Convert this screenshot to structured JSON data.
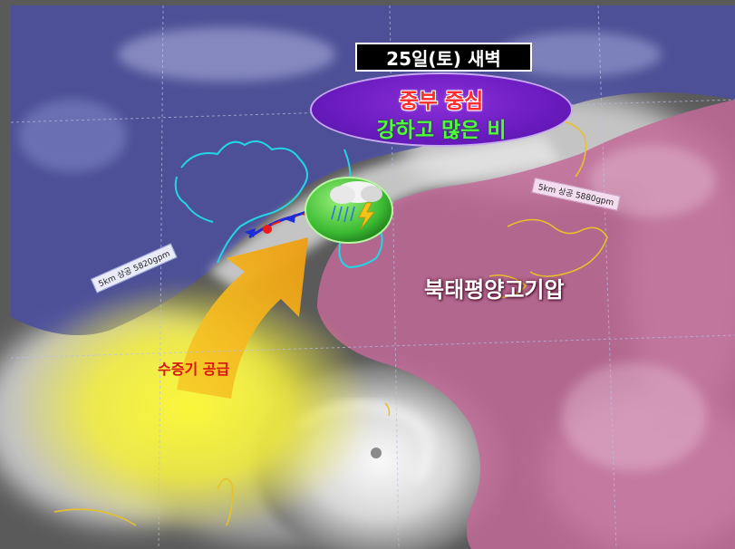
{
  "date_label": "25일(토) 새벽",
  "headline": {
    "line1": "중부 중심",
    "line2": "강하고 많은 비"
  },
  "labels": {
    "high_pressure": "북태평양고기압",
    "moisture_supply": "수증기 공급",
    "contour_5820": "5km 상공 5820gpm",
    "contour_5880": "5km 상공 5880gpm"
  },
  "colors": {
    "dry_air_region": "#4b4f9e",
    "high_pressure_region": "#c26a98",
    "moisture_arrow": "#f2b21a",
    "moisture_glow": "#f7f23a",
    "headline_fill": "#6a1bc0",
    "headline_line1": "#ff2a2a",
    "headline_line2": "#4cff3a",
    "korea_outline": "#22d6e6",
    "rain_symbol": "#38c23a"
  },
  "icons": {
    "rain_symbol": "thunderstorm-rain-icon",
    "front": "stationary-front-icon"
  }
}
